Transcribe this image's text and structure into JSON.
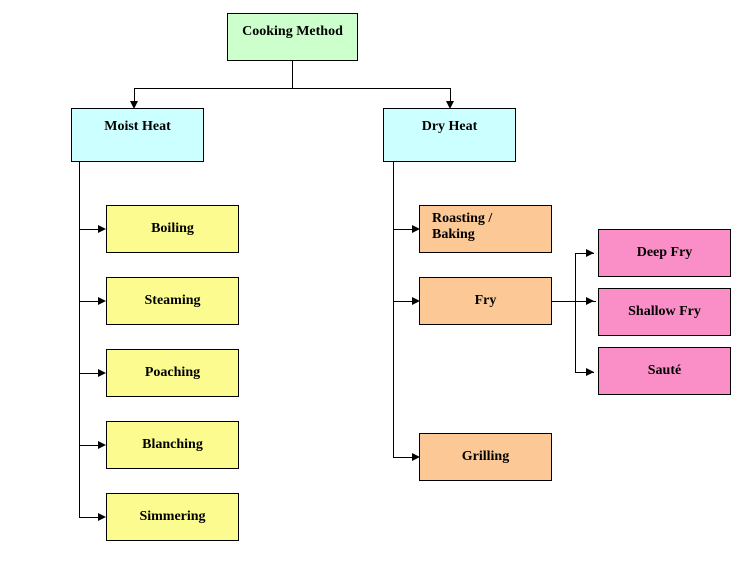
{
  "diagram": {
    "title": "Cooking Method",
    "type": "hierarchy-flowchart",
    "colors": {
      "root_fill": "#CCFFCC",
      "level2_fill": "#CCFFFF",
      "moist_child_fill": "#FBFB8F",
      "dry_child_fill": "#FCC896",
      "fry_child_fill": "#FA8FC8",
      "border": "#000000",
      "connector": "#000000",
      "background": "#FFFFFF",
      "text": "#000000"
    },
    "nodes": {
      "root": {
        "label": "Cooking Method"
      },
      "moist_heat": {
        "label": "Moist Heat"
      },
      "dry_heat": {
        "label": "Dry Heat"
      },
      "boiling": {
        "label": "Boiling"
      },
      "steaming": {
        "label": "Steaming"
      },
      "poaching": {
        "label": "Poaching"
      },
      "blanching": {
        "label": "Blanching"
      },
      "simmering": {
        "label": "Simmering"
      },
      "roasting_baking_line1": {
        "label": "Roasting /"
      },
      "roasting_baking_line2": {
        "label": "Baking"
      },
      "fry": {
        "label": "Fry"
      },
      "grilling": {
        "label": "Grilling"
      },
      "deep_fry": {
        "label": "Deep Fry"
      },
      "shallow_fry": {
        "label": "Shallow Fry"
      },
      "saute": {
        "label": "Sauté"
      }
    }
  }
}
